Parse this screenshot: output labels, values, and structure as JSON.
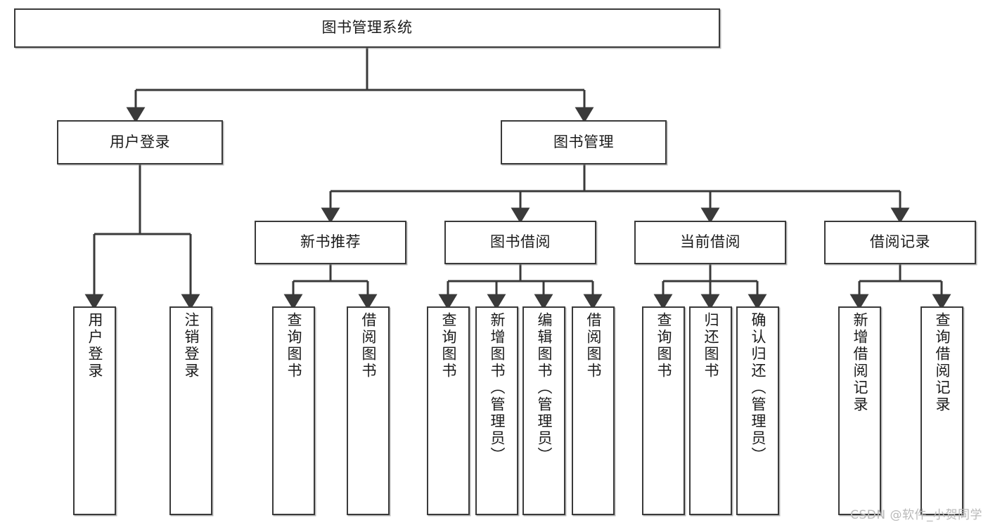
{
  "diagram": {
    "type": "tree-hierarchy-chart",
    "title": "图书管理系统",
    "background_color": "#ffffff",
    "box_border_color": "#3a3a3a",
    "text_color": "#1b1b1b",
    "levels": {
      "root": {
        "label": "图书管理系统"
      },
      "level2": [
        {
          "label": "用户登录"
        },
        {
          "label": "图书管理"
        }
      ],
      "level3": [
        {
          "label": "新书推荐"
        },
        {
          "label": "图书借阅"
        },
        {
          "label": "当前借阅"
        },
        {
          "label": "借阅记录"
        }
      ],
      "leaves": [
        {
          "label": "用户登录",
          "parent": "用户登录"
        },
        {
          "label": "注销登录",
          "parent": "用户登录"
        },
        {
          "label": "查询图书",
          "parent": "新书推荐"
        },
        {
          "label": "借阅图书",
          "parent": "新书推荐"
        },
        {
          "label": "查询图书",
          "parent": "图书借阅"
        },
        {
          "label": "新增图书（管理员）",
          "parent": "图书借阅"
        },
        {
          "label": "编辑图书（管理员）",
          "parent": "图书借阅"
        },
        {
          "label": "借阅图书",
          "parent": "图书借阅"
        },
        {
          "label": "查询图书",
          "parent": "当前借阅"
        },
        {
          "label": "归还图书",
          "parent": "当前借阅"
        },
        {
          "label": "确认归还（管理员）",
          "parent": "当前借阅"
        },
        {
          "label": "新增借阅记录",
          "parent": "借阅记录"
        },
        {
          "label": "查询借阅记录",
          "parent": "借阅记录"
        }
      ]
    }
  },
  "watermark": {
    "text": "CSDN @软件_小贺同学",
    "color": "#b9b9b9"
  }
}
